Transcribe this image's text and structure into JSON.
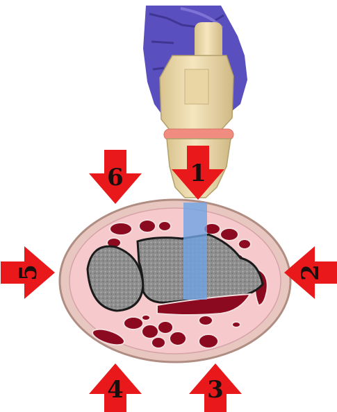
{
  "colors": {
    "arrow": "#e9191b",
    "glove": "#5a4fbf",
    "probe_body": "#efdcae",
    "probe_ring": "#f08c80",
    "beam": "#6fa4e4",
    "skin": "#f6c9cc",
    "subcutaneous": "#e7c7bf",
    "muscle": "#8b0a1f",
    "bone": "#8f8f8f"
  },
  "icons": {
    "glove": "gloved-hand-icon",
    "probe": "ultrasound-probe-icon",
    "arrow": "arrow-icon"
  },
  "arrows": [
    {
      "id": "1",
      "label": "1",
      "direction": "down"
    },
    {
      "id": "2",
      "label": "2",
      "direction": "left"
    },
    {
      "id": "3",
      "label": "3",
      "direction": "up"
    },
    {
      "id": "4",
      "label": "4",
      "direction": "up"
    },
    {
      "id": "5",
      "label": "5",
      "direction": "right"
    },
    {
      "id": "6",
      "label": "6",
      "direction": "down"
    }
  ]
}
